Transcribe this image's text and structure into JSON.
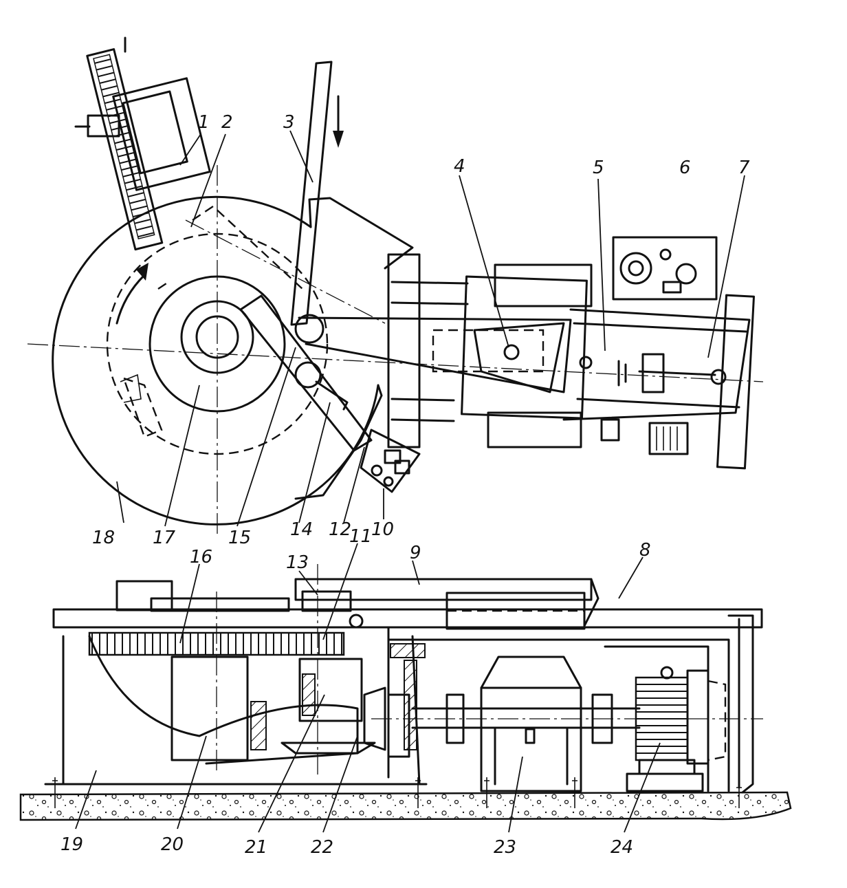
{
  "figure": {
    "callouts": [
      {
        "id": "1",
        "label": "1"
      },
      {
        "id": "2",
        "label": "2"
      },
      {
        "id": "3",
        "label": "3"
      },
      {
        "id": "4",
        "label": "4"
      },
      {
        "id": "5",
        "label": "5"
      },
      {
        "id": "6",
        "label": "6"
      },
      {
        "id": "7",
        "label": "7"
      },
      {
        "id": "8",
        "label": "8"
      },
      {
        "id": "9",
        "label": "9"
      },
      {
        "id": "10",
        "label": "10"
      },
      {
        "id": "11",
        "label": "11"
      },
      {
        "id": "12",
        "label": "12"
      },
      {
        "id": "13",
        "label": "13"
      },
      {
        "id": "14",
        "label": "14"
      },
      {
        "id": "15",
        "label": "15"
      },
      {
        "id": "16",
        "label": "16"
      },
      {
        "id": "17",
        "label": "17"
      },
      {
        "id": "18",
        "label": "18"
      },
      {
        "id": "19",
        "label": "19"
      },
      {
        "id": "20",
        "label": "20"
      },
      {
        "id": "21",
        "label": "21"
      },
      {
        "id": "22",
        "label": "22"
      },
      {
        "id": "23",
        "label": "23"
      },
      {
        "id": "24",
        "label": "24"
      }
    ]
  }
}
